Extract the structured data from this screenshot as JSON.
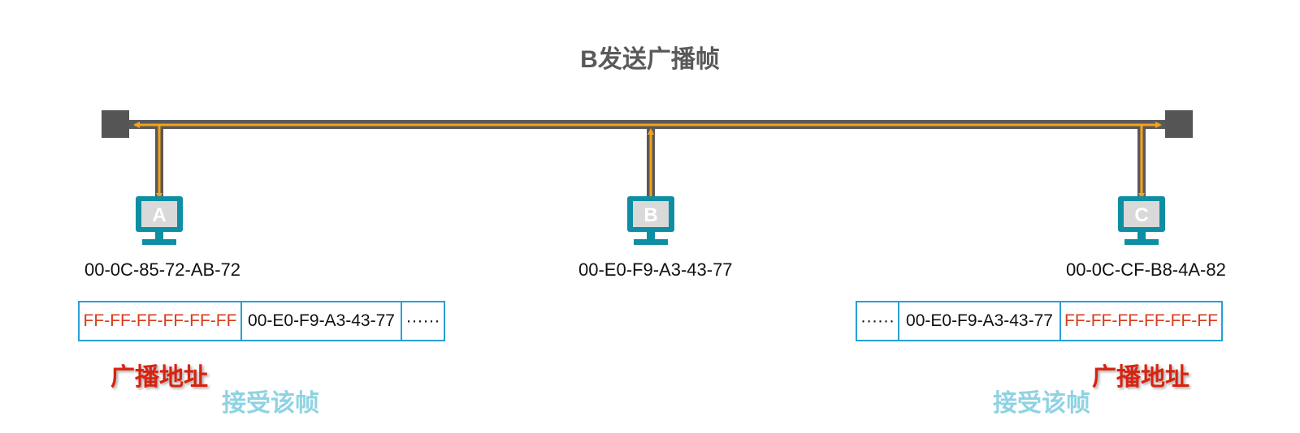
{
  "title": "B发送广播帧",
  "colors": {
    "bus": "#595959",
    "signal": "#f7a21b",
    "host": "#0e8ea2",
    "frame_border": "#2a9fd6",
    "broadcast_text": "#d63c1e"
  },
  "hosts": [
    {
      "letter": "A",
      "mac": "00-0C-85-72-AB-72"
    },
    {
      "letter": "B",
      "mac": "00-E0-F9-A3-43-77"
    },
    {
      "letter": "C",
      "mac": "00-0C-CF-B8-4A-82"
    }
  ],
  "frame_left": {
    "dest": "FF-FF-FF-FF-FF-FF",
    "src": "00-E0-F9-A3-43-77",
    "more": "······"
  },
  "frame_right": {
    "more": "······",
    "src": "00-E0-F9-A3-43-77",
    "dest": "FF-FF-FF-FF-FF-FF"
  },
  "labels": {
    "broadcast_address": "广播地址",
    "accept_frame": "接受该帧"
  }
}
